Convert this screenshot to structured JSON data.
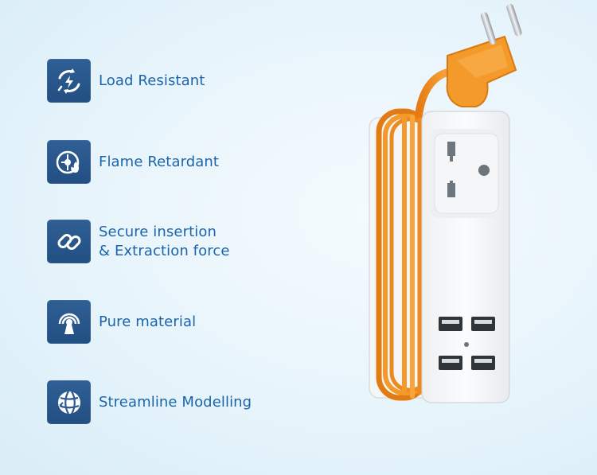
{
  "features": [
    {
      "line1": "Load Resistant",
      "line2": "",
      "icon": "load-resistant-icon"
    },
    {
      "line1": "Flame Retardant",
      "line2": "",
      "icon": "flame-retardant-icon"
    },
    {
      "line1": "Secure insertion",
      "line2": "& Extraction force",
      "icon": "chain-link-icon"
    },
    {
      "line1": "Pure material",
      "line2": "",
      "icon": "signal-tower-icon"
    },
    {
      "line1": "Streamline Modelling",
      "line2": "",
      "icon": "globe-icon"
    }
  ],
  "colors": {
    "background": "#e7f4fb",
    "feature_text": "#1b64ad",
    "icon_tile": "#2a5a8f",
    "plug_orange": "#f39a2a",
    "strip_body": "#f7f8f9"
  }
}
